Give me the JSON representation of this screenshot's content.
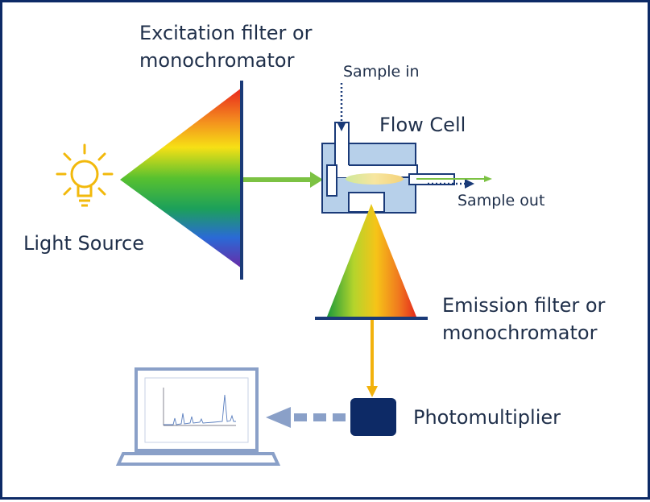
{
  "labels": {
    "excitation_line1": "Excitation filter or",
    "excitation_line2": "monochromator",
    "sample_in": "Sample in",
    "flow_cell": "Flow Cell",
    "sample_out": "Sample out",
    "light_source": "Light Source",
    "emission_line1": "Emission filter or",
    "emission_line2": "monochromator",
    "photomultiplier": "Photomultiplier"
  },
  "colors": {
    "border": "#0d2a66",
    "navy": "#1a3a78",
    "flow_cell_fill": "#b7d0ea",
    "green_beam": "#7cc243",
    "yellow_beam": "#f2b20d",
    "bulb": "#f2b90c",
    "photomultiplier": "#0d2a66",
    "laptop": "#8aa0c8"
  },
  "icons": {
    "light": "light-bulb-icon",
    "computer": "laptop-icon"
  }
}
